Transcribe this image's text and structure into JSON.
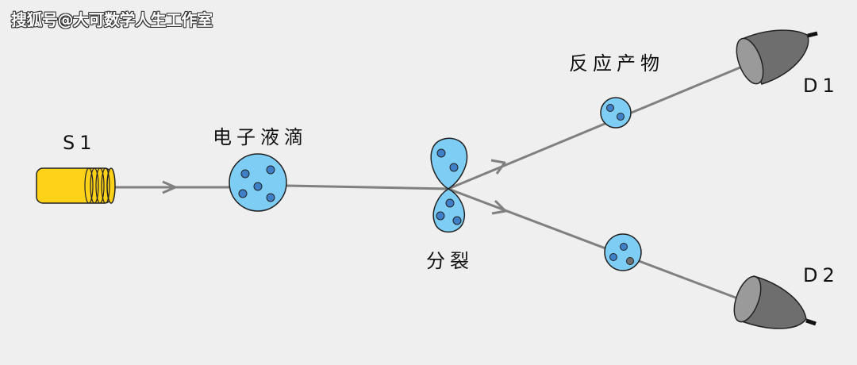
{
  "watermark": "搜狐号@大可数学人生工作室",
  "labels": {
    "source": "S1",
    "droplet": "电子液滴",
    "split": "分裂",
    "products": "反应产物",
    "detector1": "D1",
    "detector2": "D2"
  },
  "colors": {
    "background": "#efefef",
    "line": "#808080",
    "droplet_fill": "#7ecdf4",
    "electron_fill": "#3f7fc8",
    "product_dark_dot": "#707070",
    "source_fill": "#ffd21a",
    "detector_fill": "#6e6e6e"
  }
}
